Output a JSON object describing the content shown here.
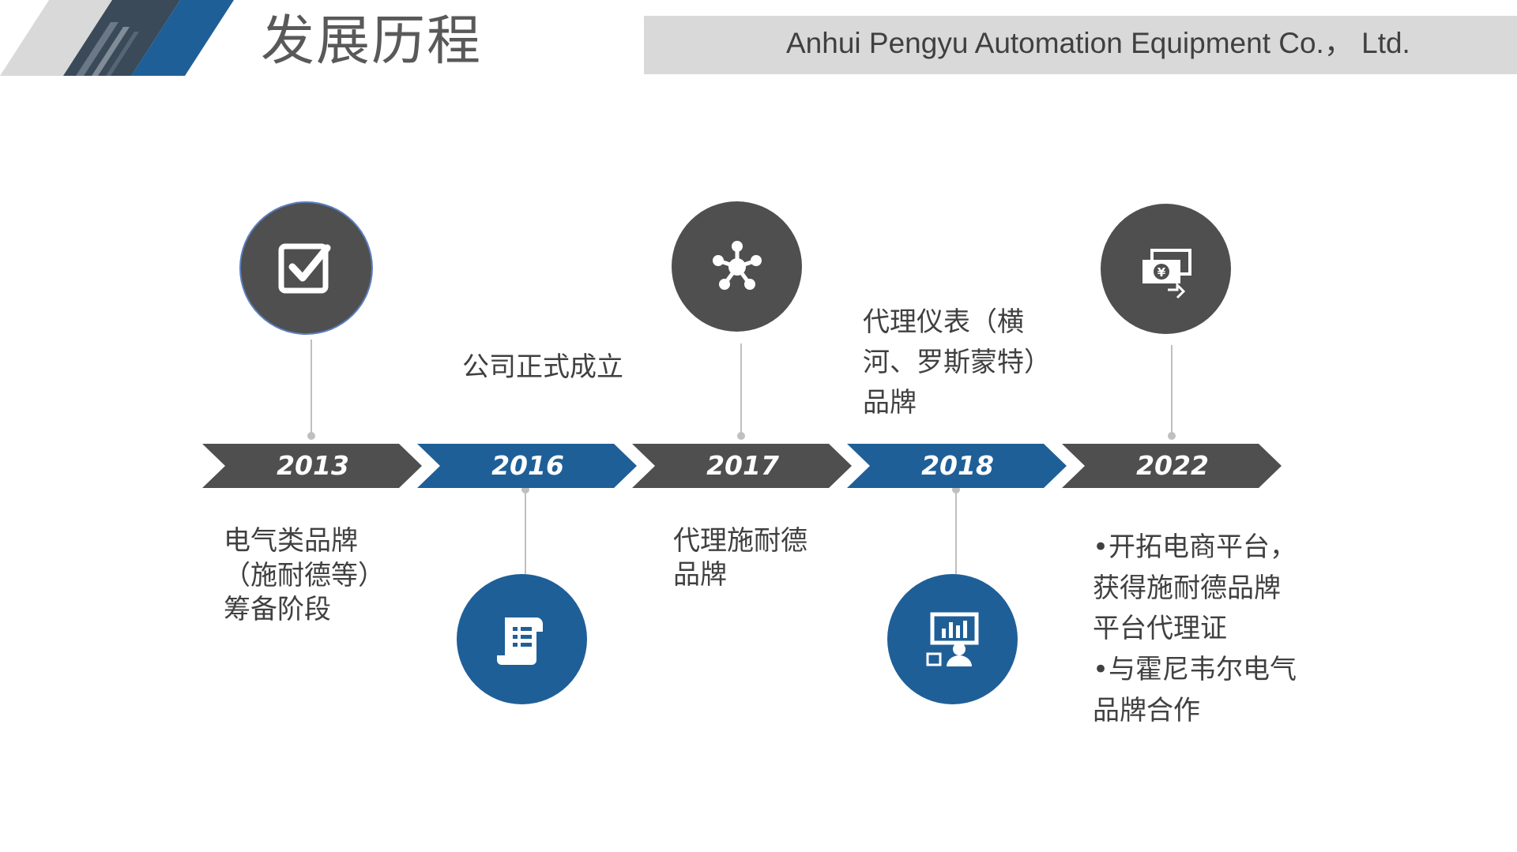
{
  "header": {
    "title": "发展历程",
    "company": "Anhui Pengyu Automation Equipment Co.， Ltd."
  },
  "colors": {
    "timeline_gray": "#4f4f4f",
    "timeline_blue": "#1f5f98",
    "text": "#404040",
    "connector": "#bfbfbf"
  },
  "timeline": {
    "years": [
      "2013",
      "2016",
      "2017",
      "2018",
      "2022"
    ],
    "events": [
      {
        "year": "2013",
        "icon": "checkbox-icon",
        "lines": [
          "电气类品牌",
          "（施耐德等）",
          "筹备阶段"
        ]
      },
      {
        "year": "2016",
        "icon": "document-scroll-icon",
        "lines": [
          "公司正式成立"
        ]
      },
      {
        "year": "2017",
        "icon": "network-nodes-icon",
        "lines": [
          "代理施耐德",
          "品牌"
        ]
      },
      {
        "year": "2018",
        "icon": "presentation-user-icon",
        "lines": [
          "代理仪表（横",
          "河、罗斯蒙特）",
          "品牌"
        ]
      },
      {
        "year": "2022",
        "icon": "yen-exchange-icon",
        "lines": [
          "•开拓电商平台，",
          "获得施耐德品牌",
          "平台代理证",
          "•与霍尼韦尔电气",
          "品牌合作"
        ]
      }
    ]
  }
}
